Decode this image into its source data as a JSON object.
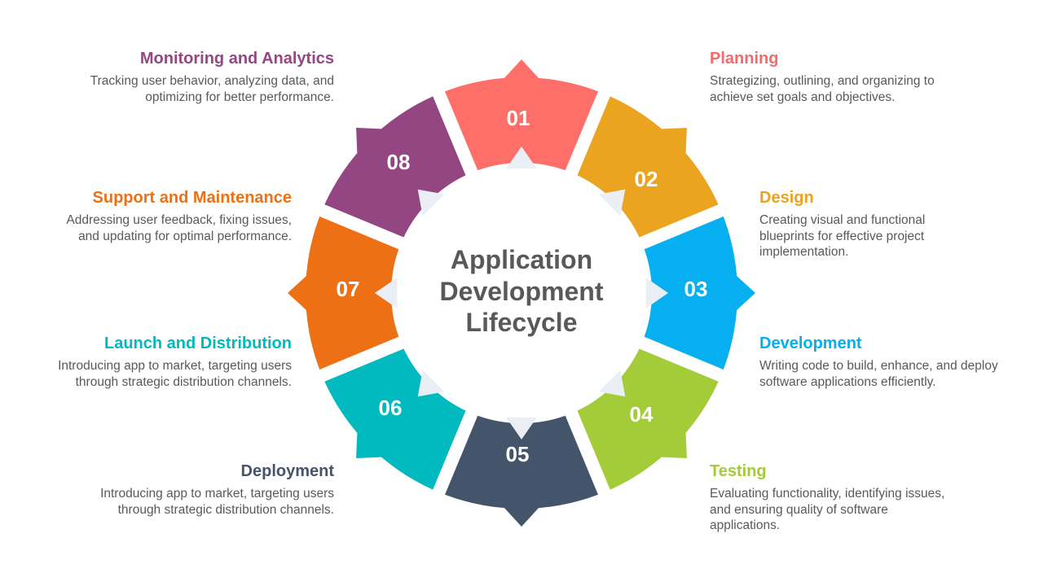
{
  "title_lines": [
    "Application",
    "Development",
    "Lifecycle"
  ],
  "steps": [
    {
      "number": "01",
      "title": "Planning",
      "description": "Strategizing, outlining, and organizing to achieve set goals and objectives.",
      "color": "#FF6F69"
    },
    {
      "number": "02",
      "title": "Design",
      "description": "Creating visual and functional blueprints for effective project implementation.",
      "color": "#EBA420"
    },
    {
      "number": "03",
      "title": "Development",
      "description": "Writing code to build, enhance, and deploy software applications efficiently.",
      "color": "#06AFEF"
    },
    {
      "number": "04",
      "title": "Testing",
      "description": "Evaluating functionality, identifying issues, and ensuring quality of software applications.",
      "color": "#A4CC39"
    },
    {
      "number": "05",
      "title": "Deployment",
      "description": "Introducing app to market, targeting users through strategic distribution channels.",
      "color": "#44546A"
    },
    {
      "number": "06",
      "title": "Launch and Distribution",
      "description": "Introducing app to market, targeting users through strategic distribution channels.",
      "color": "#00BAC0"
    },
    {
      "number": "07",
      "title": "Support and Maintenance",
      "description": "Addressing user feedback, fixing issues, and updating for optimal performance.",
      "color": "#ED7014"
    },
    {
      "number": "08",
      "title": "Monitoring and Analytics",
      "description": "Tracking user behavior, analyzing data, and optimizing for better performance.",
      "color": "#944683"
    }
  ]
}
